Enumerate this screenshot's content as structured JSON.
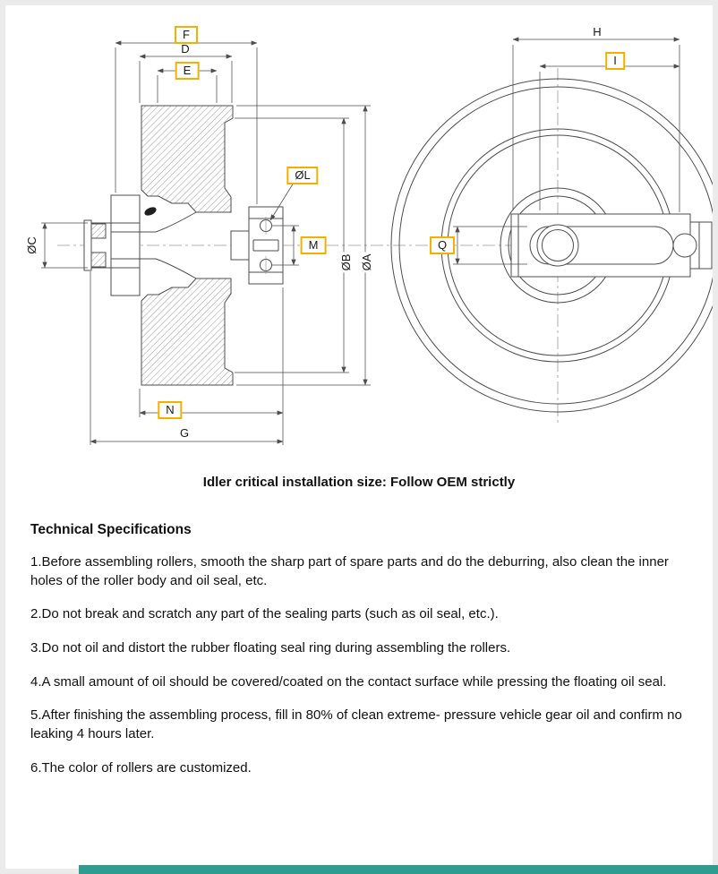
{
  "diagram": {
    "labels": {
      "F": "F",
      "D": "D",
      "E": "E",
      "H": "H",
      "I": "I",
      "OL": "ØL",
      "OC": "ØC",
      "M": "M",
      "OB": "ØB",
      "OA": "ØA",
      "Q": "Q",
      "N": "N",
      "G": "G"
    },
    "colors": {
      "highlight": "#F2B100",
      "line": "#4d4d4d",
      "accent_bar": "#2E9C8E"
    }
  },
  "caption": "Idler critical installation size: Follow OEM strictly",
  "specs": {
    "heading": "Technical Specifications",
    "items": [
      "1.Before assembling rollers, smooth the sharp part of spare parts and do the deburring, also clean the inner holes of the roller body and oil seal, etc.",
      "2.Do not break and scratch any part of the sealing parts (such as oil seal, etc.).",
      "3.Do not oil and distort the rubber floating seal ring during assembling the rollers.",
      "4.A small amount of oil should be covered/coated on the contact surface while pressing the floating oil seal.",
      "5.After finishing the assembling process, fill in 80% of clean extreme- pressure vehicle gear oil and confirm no leaking 4 hours later.",
      "6.The color of rollers are customized."
    ]
  }
}
